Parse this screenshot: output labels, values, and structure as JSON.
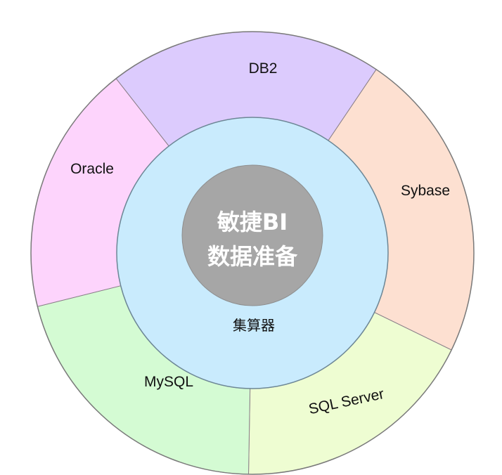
{
  "diagram": {
    "core": {
      "line1": "敏捷BI",
      "line2": "数据准备",
      "color": "#a6a6a6"
    },
    "inner_ring": {
      "label": "集算器",
      "color": "#c9ebfd"
    },
    "outer_ring": {
      "segments": [
        {
          "label": "DB2",
          "color": "#dccbfd"
        },
        {
          "label": "Sybase",
          "color": "#fde0d1"
        },
        {
          "label": "SQL Server",
          "color": "#eefdd2"
        },
        {
          "label": "MySQL",
          "color": "#d4fbd3"
        },
        {
          "label": "Oracle",
          "color": "#fdd4fc"
        }
      ]
    }
  }
}
